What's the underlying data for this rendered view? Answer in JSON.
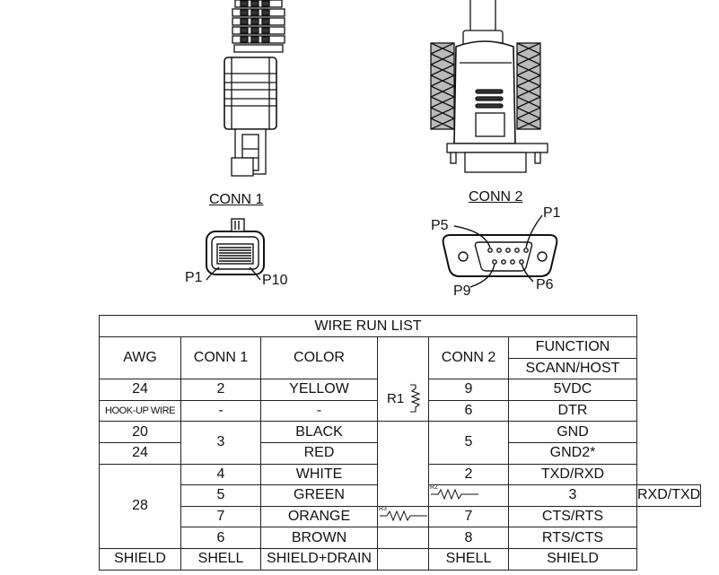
{
  "connectors": {
    "conn1": {
      "label": "CONN 1",
      "pin_left": "P1",
      "pin_right": "P10"
    },
    "conn2": {
      "label": "CONN 2",
      "pin_top_left": "P5",
      "pin_top_right": "P1",
      "pin_bottom_left": "P9",
      "pin_bottom_right": "P6"
    }
  },
  "table": {
    "title": "WIRE RUN LIST",
    "headers": {
      "awg": "AWG",
      "conn1": "CONN 1",
      "color": "COLOR",
      "conn2": "CONN 2",
      "function": "FUNCTION",
      "function_sub": "SCANN/HOST"
    },
    "resistors": {
      "r1": "R1",
      "r2": "R2",
      "r3": "R3"
    },
    "rows": [
      {
        "awg": "24",
        "conn1": "2",
        "color": "YELLOW",
        "conn2": "9",
        "function": "5VDC"
      },
      {
        "awg": "HOOK-UP WIRE",
        "conn1": "-",
        "color": "-",
        "conn2": "6",
        "function": "DTR"
      },
      {
        "awg": "20",
        "conn1": "3",
        "color": "BLACK",
        "conn2": "5",
        "function": "GND"
      },
      {
        "awg": "24",
        "color": "RED",
        "function": "GND2*"
      },
      {
        "awg": "28",
        "conn1": "4",
        "color": "WHITE",
        "conn2": "2",
        "function": "TXD/RXD"
      },
      {
        "conn1": "5",
        "color": "GREEN",
        "conn2": "3",
        "function": "RXD/TXD"
      },
      {
        "conn1": "7",
        "color": "ORANGE",
        "conn2": "7",
        "function": "CTS/RTS"
      },
      {
        "conn1": "6",
        "color": "BROWN",
        "conn2": "8",
        "function": "RTS/CTS"
      },
      {
        "awg": "SHIELD",
        "conn1": "SHELL",
        "color": "SHIELD+DRAIN",
        "conn2": "SHELL",
        "function": "SHIELD"
      }
    ]
  }
}
